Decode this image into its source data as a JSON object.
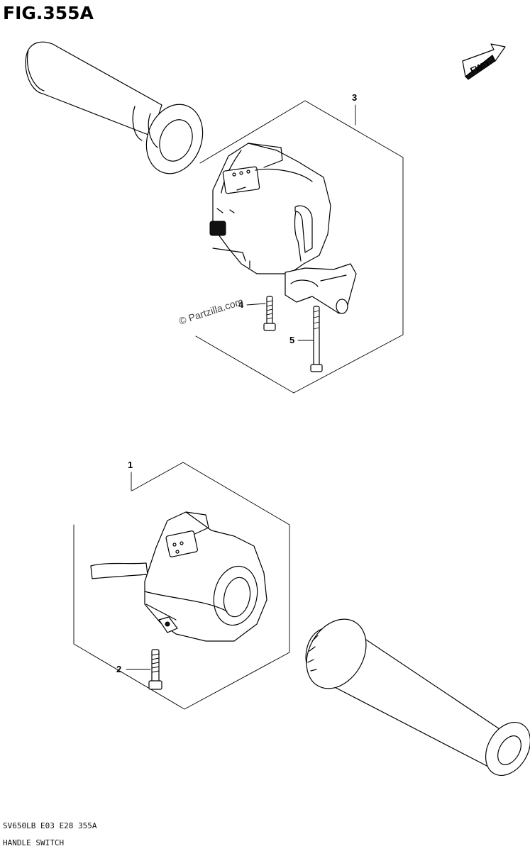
{
  "figure": {
    "title": "FIG.355A",
    "fwd_label": "FWD"
  },
  "callouts": {
    "part1": "1",
    "part2": "2",
    "part3": "3",
    "part4": "4",
    "part5": "5"
  },
  "watermark": "© Partzilla.com",
  "footer": {
    "model_code": "SV650LB  E03  E28  355A",
    "caption": "HANDLE SWITCH"
  }
}
